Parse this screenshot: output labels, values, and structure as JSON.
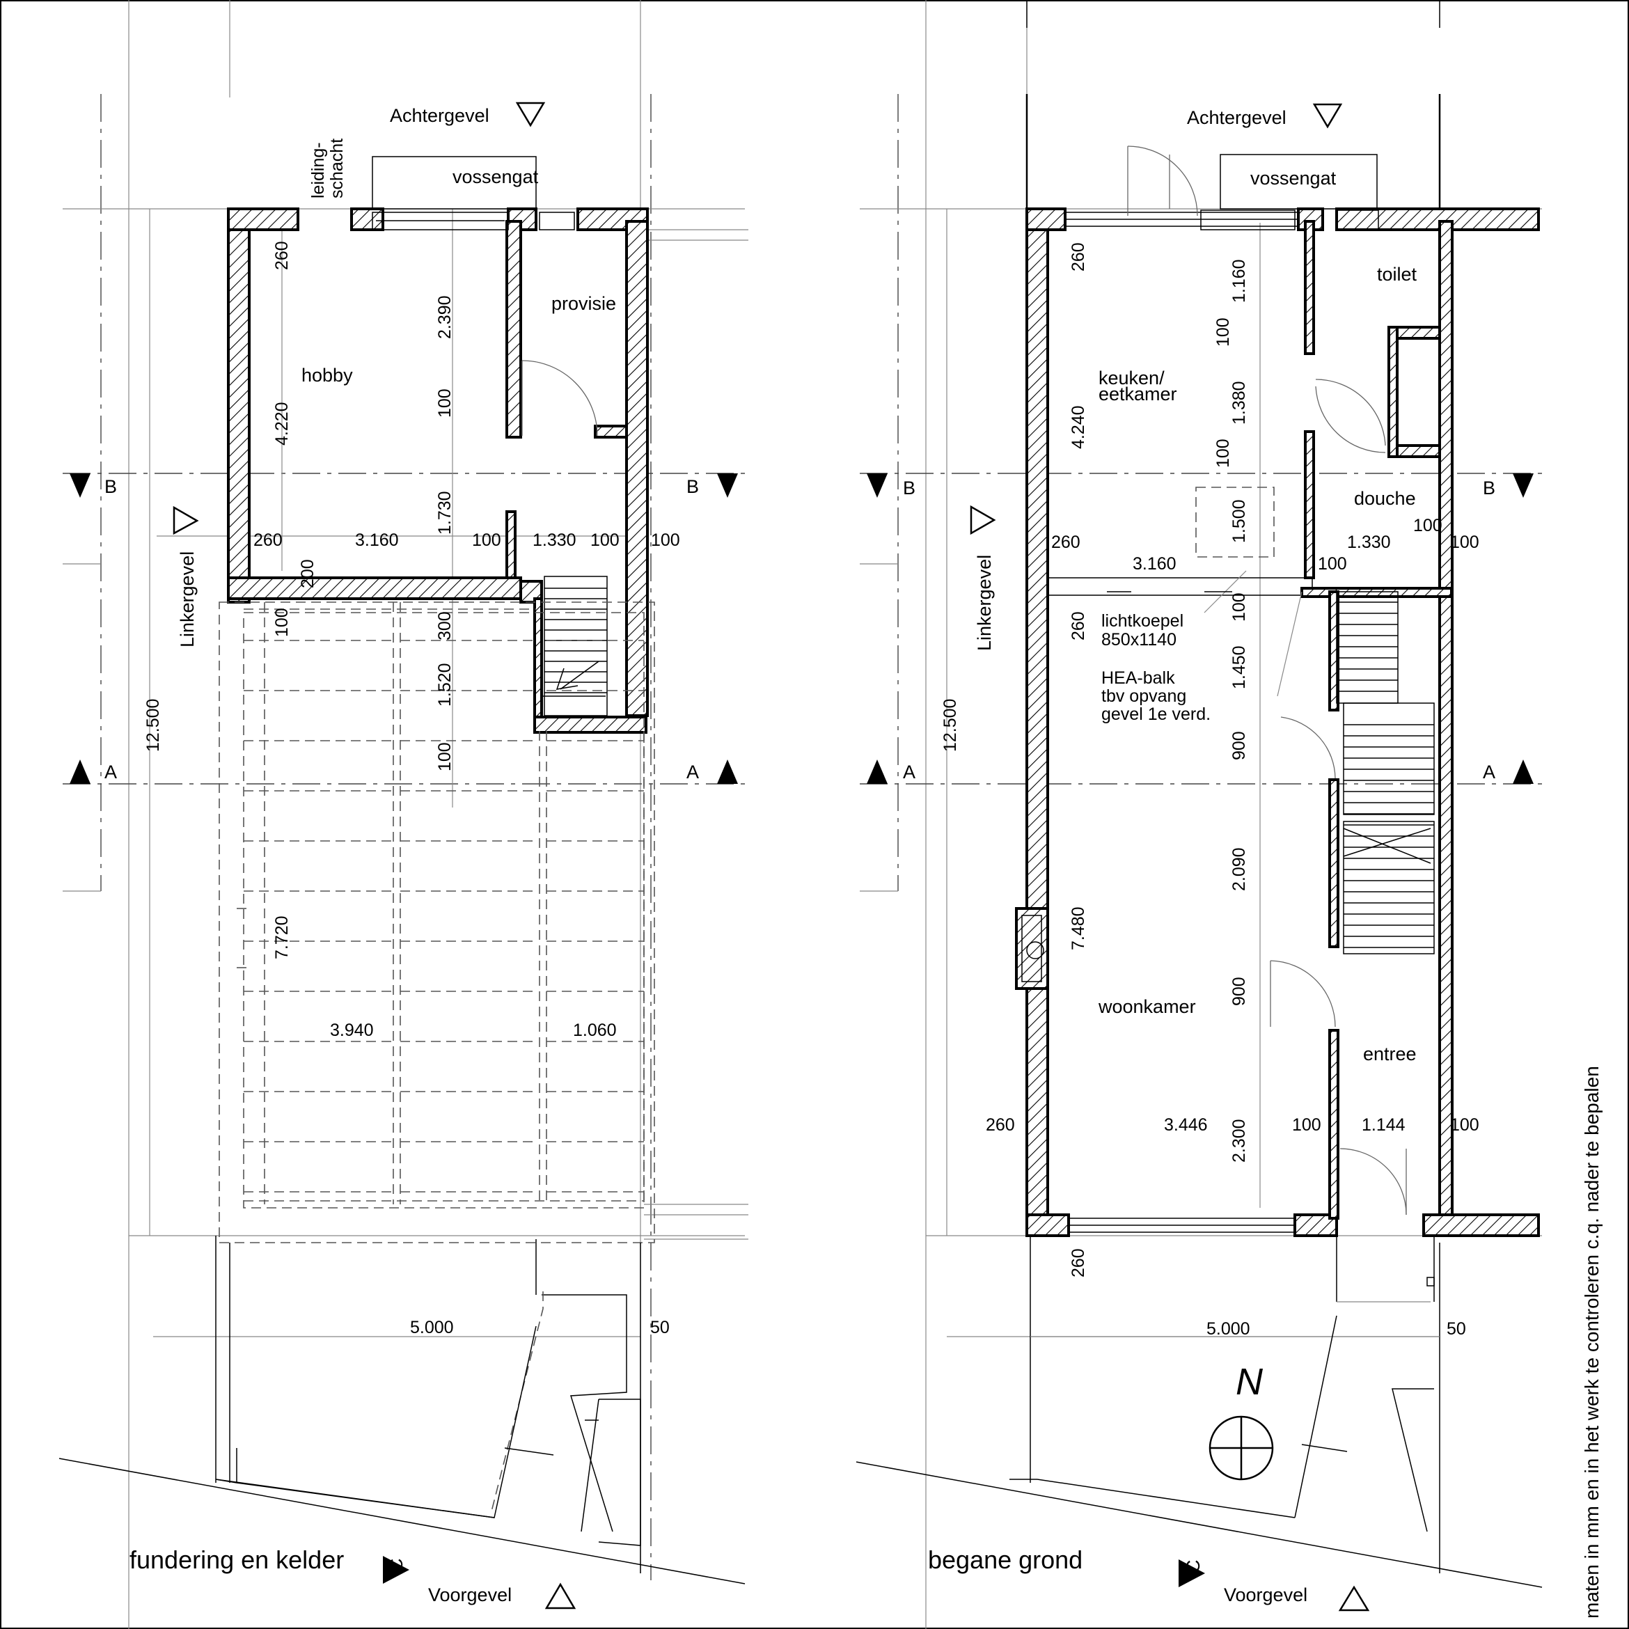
{
  "left_plan": {
    "title": "fundering en kelder",
    "achtergevel": "Achtergevel",
    "voorgevel": "Voorgevel",
    "linkergevel": "Linkergevel",
    "vossengat": "vossengat",
    "leidingschacht_1": "leiding-",
    "leidingschacht_2": "schacht",
    "rooms": {
      "hobby": "hobby",
      "provisie": "provisie"
    },
    "section_b": "B",
    "section_a": "A",
    "section_c": "C",
    "dims": {
      "d260_top": "260",
      "d2390": "2.390",
      "d4220": "4.220",
      "d100_v1": "100",
      "d1730": "1.730",
      "d260_row": "260",
      "d3160": "3.160",
      "d100_row1": "100",
      "d1330": "1.330",
      "d100_row2": "100",
      "d100_row3": "100",
      "d200": "200",
      "d100_v2": "100",
      "d300": "300",
      "d1520": "1.520",
      "d100_v3": "100",
      "d12500": "12.500",
      "d7720": "7.720",
      "d3940": "3.940",
      "d1060": "1.060",
      "d5000": "5.000",
      "d50": "50"
    }
  },
  "right_plan": {
    "title": "begane grond",
    "achtergevel": "Achtergevel",
    "voorgevel": "Voorgevel",
    "linkergevel": "Linkergevel",
    "vossengat": "vossengat",
    "rooms": {
      "toilet": "toilet",
      "keuken_1": "keuken/",
      "keuken_2": "eetkamer",
      "douche": "douche",
      "woonkamer": "woonkamer",
      "entree": "entree"
    },
    "notes": {
      "lichtkoepel_1": "lichtkoepel",
      "lichtkoepel_2": "850x1140",
      "hea_1": "HEA-balk",
      "hea_2": "tbv opvang",
      "hea_3": "gevel 1e verd."
    },
    "section_b": "B",
    "section_a": "A",
    "section_c": "C",
    "north": "N",
    "dims": {
      "d260_top": "260",
      "d1160": "1.160",
      "d100_v1": "100",
      "d4240": "4.240",
      "d1380": "1.380",
      "d100_v2": "100",
      "d1500": "1.500",
      "d260_row": "260",
      "d3160": "3.160",
      "d1330": "1.330",
      "d100_a": "100",
      "d100_b": "100",
      "d100_c": "100",
      "d260_mid": "260",
      "d100_v3": "100",
      "d1450": "1.450",
      "d900_a": "900",
      "d12500": "12.500",
      "d2090": "2.090",
      "d7480": "7.480",
      "d900_b": "900",
      "d260_low": "260",
      "d3446": "3.446",
      "d100_d": "100",
      "d1144": "1.144",
      "d100_e": "100",
      "d2300": "2.300",
      "d260_bottom": "260",
      "d5000": "5.000",
      "d50": "50"
    }
  },
  "side_note": "maten in mm en in het werk te controleren c.q. nader te bepalen"
}
